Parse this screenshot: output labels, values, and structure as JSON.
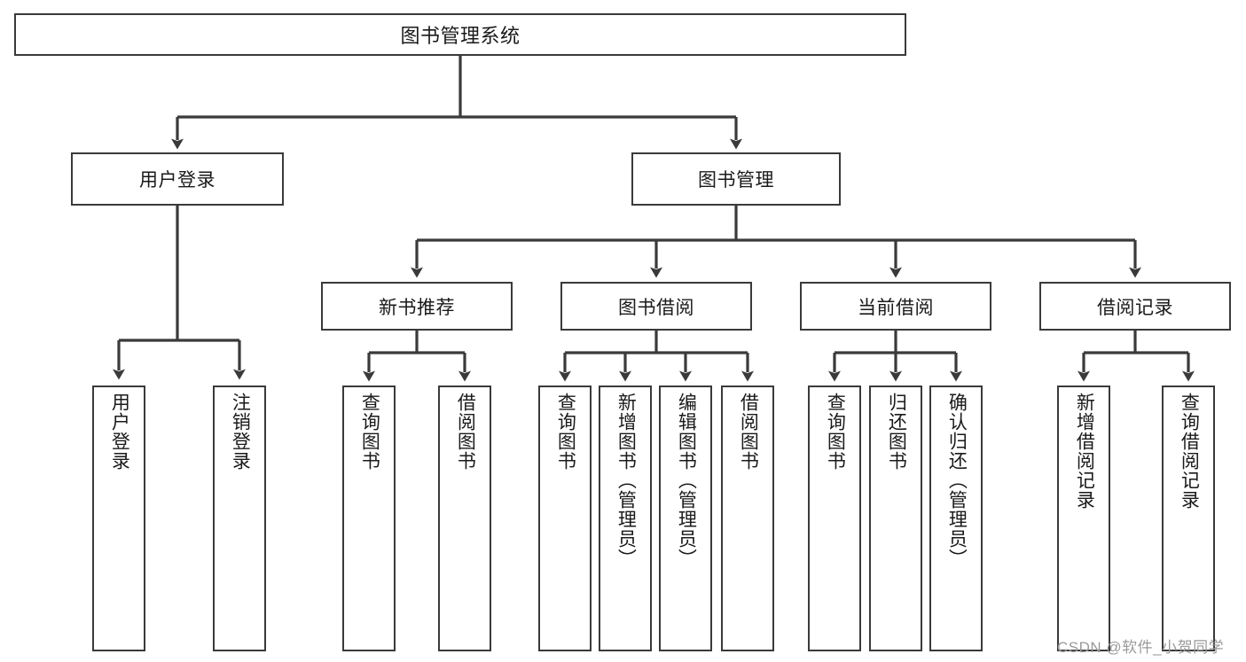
{
  "diagram": {
    "title": "图书管理系统",
    "type": "tree-hierarchy-diagram",
    "line_color": "#3a3a3a",
    "background_color": "#ffffff",
    "text_color": "#1a1a1a",
    "nodes": {
      "root": {
        "label": "图书管理系统"
      },
      "level2": [
        {
          "id": "user-login",
          "label": "用户登录"
        },
        {
          "id": "book-manage",
          "label": "图书管理"
        }
      ],
      "level3": [
        {
          "id": "new-book-rec",
          "label": "新书推荐"
        },
        {
          "id": "book-borrow",
          "label": "图书借阅"
        },
        {
          "id": "current-borrow",
          "label": "当前借阅"
        },
        {
          "id": "borrow-record",
          "label": "借阅记录"
        }
      ],
      "leaves": {
        "user_login": [
          {
            "id": "leaf-user-login",
            "label": "用户登录"
          },
          {
            "id": "leaf-logout",
            "label": "注销登录"
          }
        ],
        "new_book_rec": [
          {
            "id": "leaf-query-book-1",
            "label": "查询图书"
          },
          {
            "id": "leaf-borrow-book-1",
            "label": "借阅图书"
          }
        ],
        "book_borrow": [
          {
            "id": "leaf-query-book-2",
            "label": "查询图书"
          },
          {
            "id": "leaf-add-book",
            "label": "新增图书（管理员）"
          },
          {
            "id": "leaf-edit-book",
            "label": "编辑图书（管理员）"
          },
          {
            "id": "leaf-borrow-book-2",
            "label": "借阅图书"
          }
        ],
        "current_borrow": [
          {
            "id": "leaf-query-book-3",
            "label": "查询图书"
          },
          {
            "id": "leaf-return-book",
            "label": "归还图书"
          },
          {
            "id": "leaf-confirm-return",
            "label": "确认归还（管理员）"
          }
        ],
        "borrow_record": [
          {
            "id": "leaf-add-record",
            "label": "新增借阅记录"
          },
          {
            "id": "leaf-query-record",
            "label": "查询借阅记录"
          }
        ]
      }
    },
    "watermark": "CSDN @软件_小贺同学"
  }
}
